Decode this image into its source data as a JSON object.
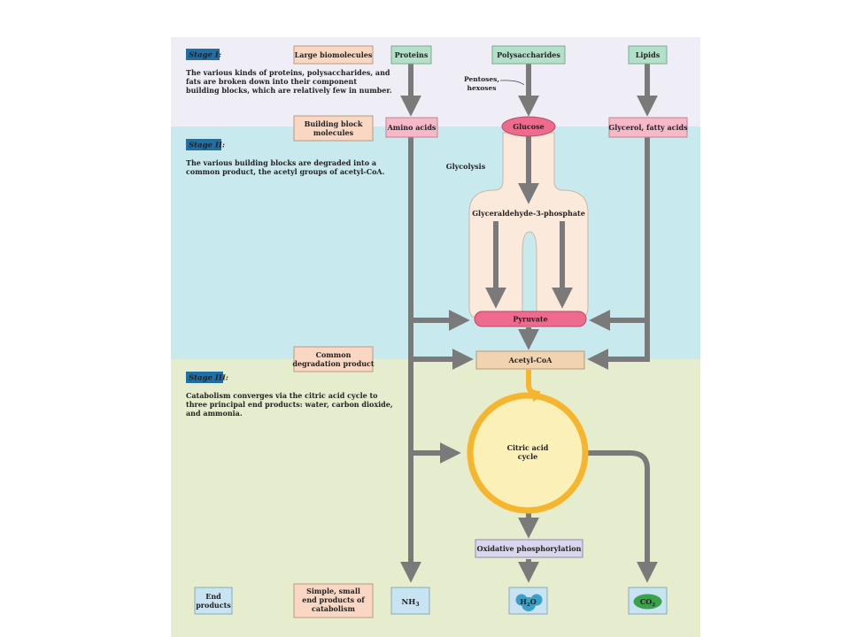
{
  "stage1": {
    "badge": "Stage I:",
    "desc": [
      "The various kinds of proteins, polysaccharides, and",
      "fats are broken down into their component",
      "building blocks, which are relatively few in number."
    ],
    "row_label": "Large biomolecules"
  },
  "stage2": {
    "badge": "Stage II:",
    "desc": [
      "The various building blocks are degraded into a",
      "common product, the acetyl groups of acetyl-CoA."
    ],
    "row_label": [
      "Building block",
      "molecules"
    ]
  },
  "stage3": {
    "badge": "Stage III:",
    "desc": [
      "Catabolism converges via the citric acid cycle to",
      "three principal end products: water, carbon dioxide,",
      "and ammonia."
    ],
    "row_label": [
      "Common",
      "degradation product"
    ]
  },
  "end_row": {
    "label": [
      "End",
      "products"
    ],
    "desc": [
      "Simple, small",
      "end products of",
      "catabolism"
    ]
  },
  "nodes": {
    "proteins": "Proteins",
    "polysaccharides": "Polysaccharides",
    "lipids": "Lipids",
    "pentoses": [
      "Pentoses,",
      "hexoses"
    ],
    "amino_acids": "Amino acids",
    "glucose": "Glucose",
    "glycerol": "Glycerol, fatty acids",
    "glycolysis": "Glycolysis",
    "g3p": "Glyceraldehyde-3-phosphate",
    "pyruvate": "Pyruvate",
    "acetyl_coa": "Acetyl-CoA",
    "citric": [
      "Citric acid",
      "cycle"
    ],
    "oxphos": "Oxidative phosphorylation",
    "nh3": "NH",
    "nh3_sub": "3",
    "h2o": "H",
    "h2o_sub": "2",
    "h2o_end": "O",
    "co2": "CO",
    "co2_sub": "2"
  },
  "colors": {
    "band_stage1": "#efeef7",
    "band_stage2": "#c8eaee",
    "band_stage3": "#e6edcf",
    "arrow_gray": "#7a7a7a",
    "node_green": "#b3e0c8",
    "node_pink": "#f7b8c8",
    "node_peach": "#f9d7c2",
    "node_tan": "#f2d3b0",
    "ellipse_pink": "#ee6b8d",
    "cycle_orange": "#f6b52e",
    "cycle_fill": "#fbf1b8",
    "glycolysis_fill": "#fbe9dc",
    "oxphos": "#d9d6ee",
    "end_blue": "#c8e4f2",
    "badge_blue": "#1f6fa6"
  }
}
